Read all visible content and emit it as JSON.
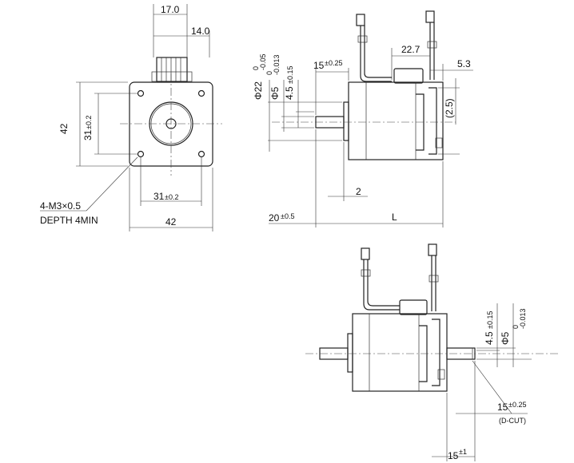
{
  "front_view": {
    "top_17": "17.0",
    "top_14": "14.0",
    "width_42": "42",
    "height_42": "42",
    "pitch_31_v": "31",
    "tol_31_v": "±0.2",
    "pitch_31_h": "31",
    "tol_31_h": "±0.2",
    "hole_note_1": "4-M3×0.5",
    "hole_note_2": "DEPTH 4MIN"
  },
  "side_view": {
    "phi22": "Φ22",
    "phi22_tol": "0\n-0.05",
    "phi22_tol_upper": "0",
    "phi22_tol_lower": "-0.05",
    "phi5": "Φ5",
    "phi5_tol_upper": "0",
    "phi5_tol_lower": "-0.013",
    "d45": "4.5",
    "d45_tol": "±0.15",
    "d15": "15",
    "d15_tol": "±0.25",
    "d227": "22.7",
    "d53": "5.3",
    "d25": "(2.5)",
    "d2": "2",
    "d20": "20",
    "d20_tol": "±0.5",
    "dL": "L"
  },
  "dual_shaft_view": {
    "d45": "4.5",
    "d45_tol": "±0.15",
    "phi5": "Φ5",
    "phi5_tol_upper": "0",
    "phi5_tol_lower": "-0.013",
    "d15": "15",
    "d15_tol": "±0.25",
    "dcut": "(D-CUT)",
    "d15b": "15",
    "d15b_tol": "±1"
  }
}
